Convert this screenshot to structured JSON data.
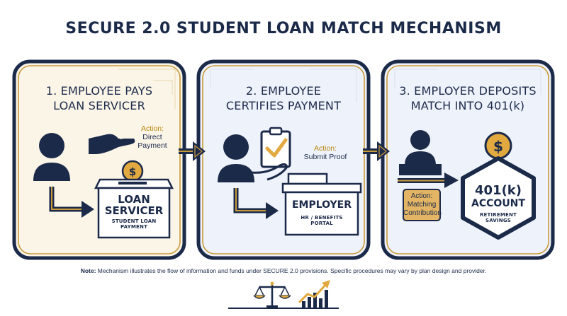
{
  "title": "SECURE 2.0 STUDENT LOAN MATCH MECHANISM",
  "steps": [
    {
      "title_lines": [
        "1. EMPLOYEE PAYS",
        "LOAN SERVICER"
      ],
      "action_key": "Action:",
      "action_lines": [
        "Direct",
        "Payment"
      ],
      "box_title_lines": [
        "LOAN",
        "SERVICER"
      ],
      "box_sub_lines": [
        "STUDENT LOAN",
        "PAYMENT"
      ]
    },
    {
      "title_lines": [
        "2. EMPLOYEE",
        "CERTIFIES PAYMENT"
      ],
      "action_key": "Action:",
      "action_lines": [
        "Submit Proof"
      ],
      "box_title_lines": [
        "EMPLOYER"
      ],
      "box_sub_lines": [
        "HR / BENEFITS",
        "PORTAL"
      ]
    },
    {
      "title_lines": [
        "3. EMPLOYER DEPOSITS",
        "MATCH INTO 401(k)"
      ],
      "action_key": "Action:",
      "action_lines": [
        "Matching",
        "Contribution"
      ],
      "box_title_lines": [
        "401(k)",
        "ACCOUNT"
      ],
      "box_sub_lines": [
        "RETIREMENT",
        "SAVINGS"
      ]
    }
  ],
  "dollar_symbol": "$",
  "note": {
    "label": "Note:",
    "text": " Mechanism illustrates the flow of information and funds under SECURE 2.0 provisions. Specific procedures may vary by plan design and provider."
  },
  "colors": {
    "navy": "#1c2a4a",
    "gold": "#c99a3a",
    "panel1_bg": "#fbf5e8",
    "panel2_bg": "#eef2fa",
    "panel3_bg": "#eef2fa",
    "action_box": "#e3b564"
  },
  "icons": [
    "person-icon",
    "hand-coin-icon",
    "dollar-coin-icon",
    "ballot-box-icon",
    "clipboard-check-icon",
    "office-printer-icon",
    "banker-icon",
    "hexagon-account-icon",
    "scales-icon",
    "growth-chart-icon"
  ]
}
